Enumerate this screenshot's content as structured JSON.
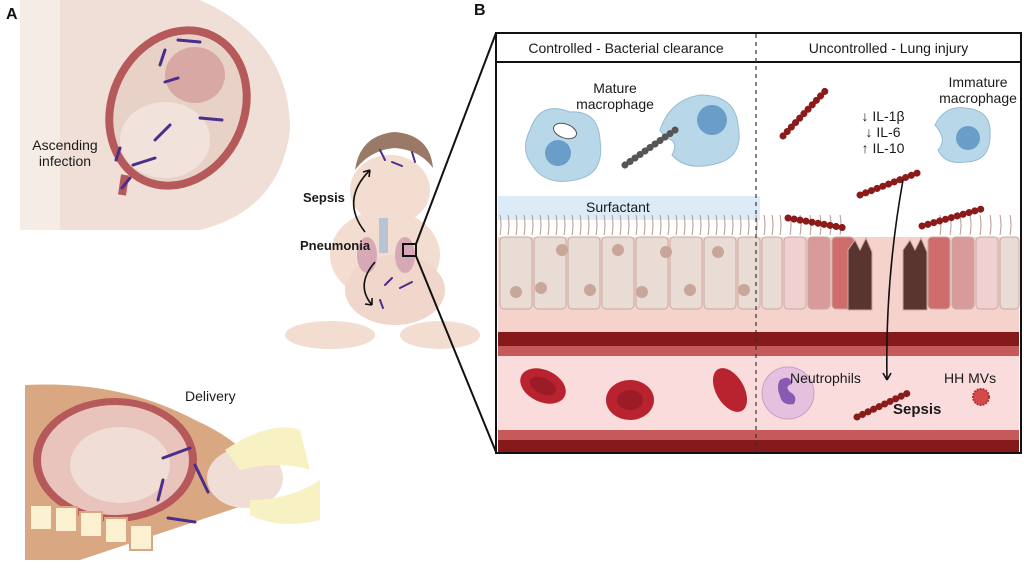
{
  "panel_a": {
    "letter": "A",
    "labels": {
      "ascending_infection_line1": "Ascending",
      "ascending_infection_line2": "infection",
      "delivery": "Delivery",
      "sepsis": "Sepsis",
      "pneumonia": "Pneumonia"
    }
  },
  "panel_b": {
    "letter": "B",
    "left_header": "Controlled - Bacterial clearance",
    "right_header": "Uncontrolled - Lung injury",
    "mature_macrophage_line1": "Mature",
    "mature_macrophage_line2": "macrophage",
    "immature_macrophage_line1": "Immature",
    "immature_macrophage_line2": "macrophage",
    "cytokines": [
      "↓ IL-1β",
      "↓ IL-6",
      "↑ IL-10"
    ],
    "surfactant": "Surfactant",
    "neutrophils": "Neutrophils",
    "hh_mvs": "HH MVs",
    "sepsis": "Sepsis"
  },
  "colors": {
    "bacteria_purple": "#4b2d8a",
    "bacteria_red": "#8b1a1a",
    "bacteria_gray": "#555555",
    "macrophage": "#b8d8ea",
    "nucleus": "#6a9ec8",
    "vessel_dark": "#861a1a",
    "vessel_mid": "#c65a5a",
    "vessel_lumen": "#fbdcdc",
    "skin": "#f3dcd0",
    "surfactant": "#dcebf8"
  }
}
